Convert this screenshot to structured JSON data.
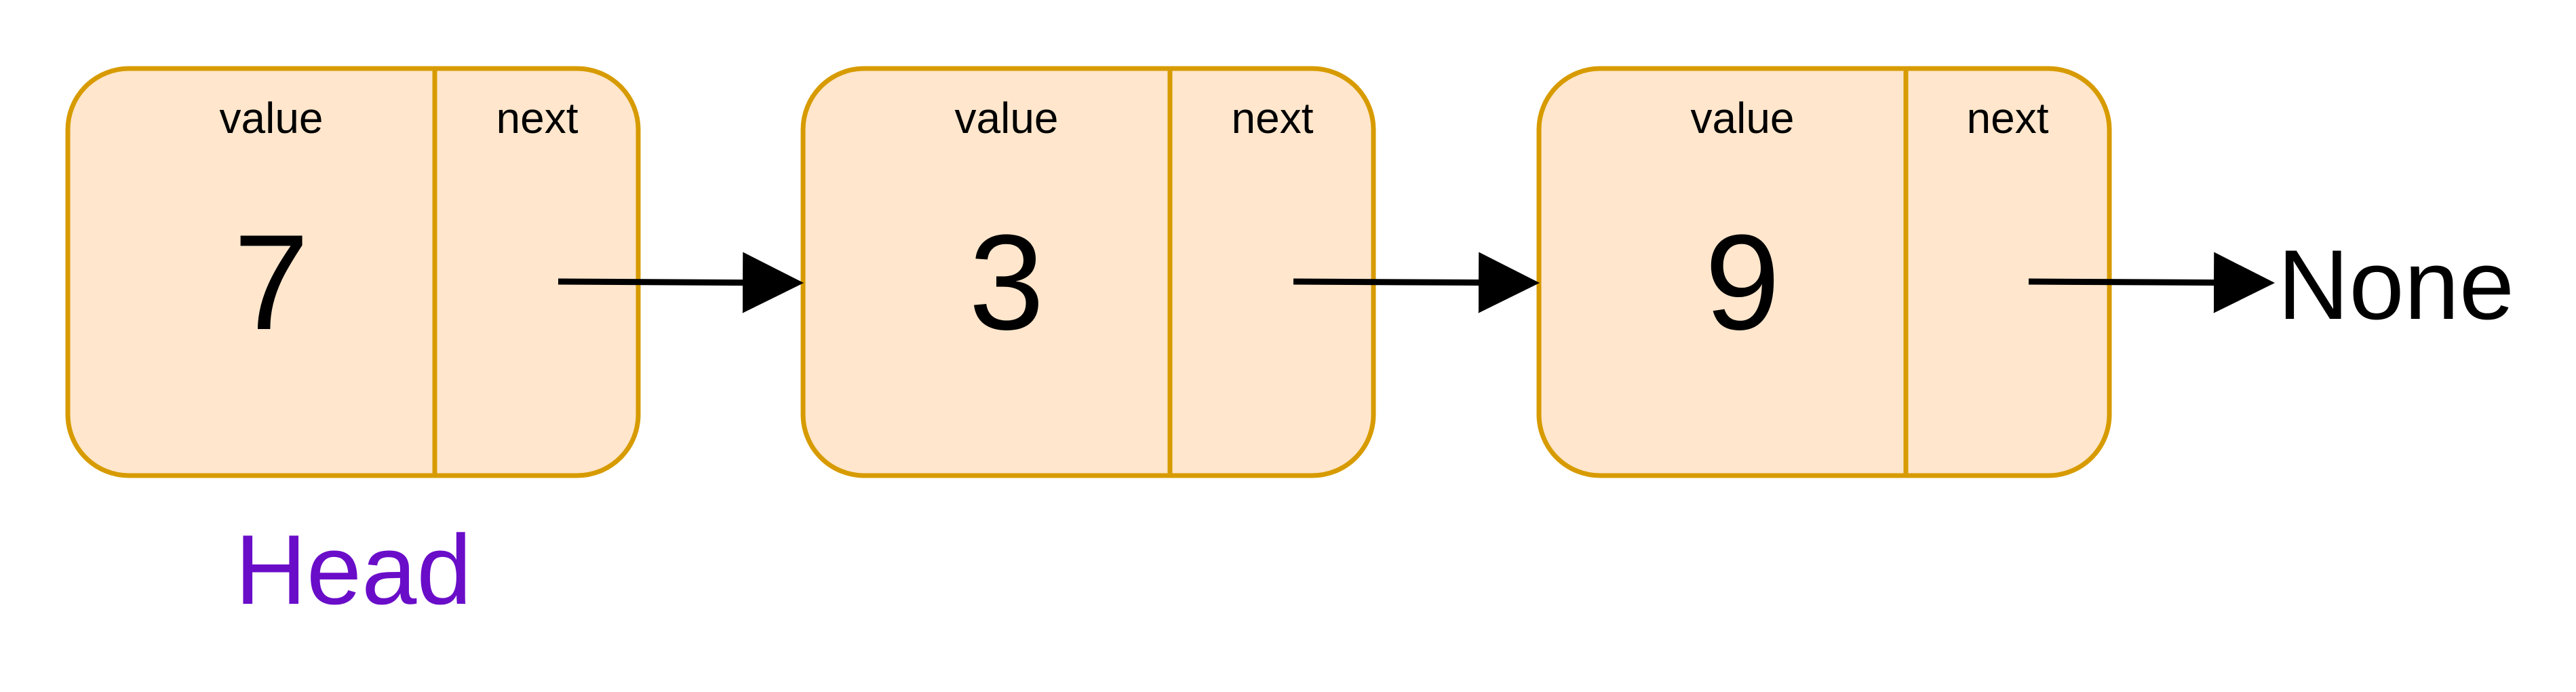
{
  "colors": {
    "node_fill": "#ffe6cc",
    "node_stroke": "#d79b00",
    "arrow": "#000000",
    "text": "#000000",
    "head_label": "#6a0dc9"
  },
  "nodes": [
    {
      "value_label": "value",
      "next_label": "next",
      "value": "7"
    },
    {
      "value_label": "value",
      "next_label": "next",
      "value": "3"
    },
    {
      "value_label": "value",
      "next_label": "next",
      "value": "9"
    }
  ],
  "head_label": "Head",
  "terminal_label": "None"
}
